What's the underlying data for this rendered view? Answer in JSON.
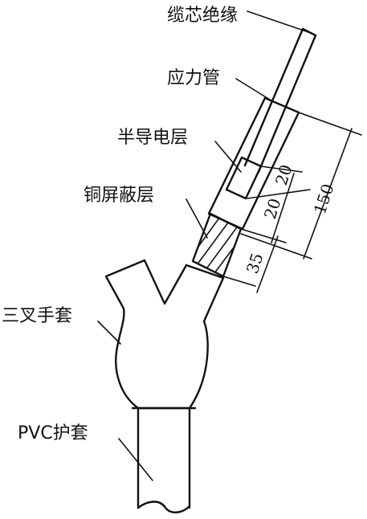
{
  "labels": {
    "cable_insulation": "缆芯绝缘",
    "stress_tube": "应力管",
    "semiconductive_layer": "半导电层",
    "copper_shield_layer": "铜屏蔽层",
    "three_finger_glove": "三叉手套",
    "pvc_sheath": "PVC护套"
  },
  "dimensions": {
    "d150": "150",
    "d20a": "20",
    "d20b": "20",
    "d35": "35"
  }
}
